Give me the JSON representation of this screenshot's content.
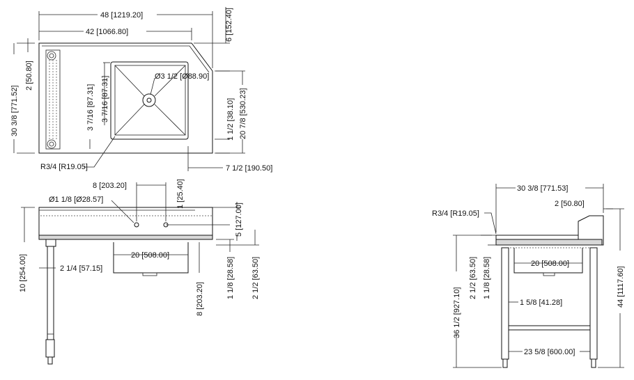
{
  "top_view": {
    "overall_width": "48 [1219.20]",
    "splash_width": "42 [1066.80]",
    "corner_offset": "6 [152.40]",
    "overall_depth": "30 3/8 [771.52]",
    "backsplash": "2 [50.80]",
    "drain_diameter": "Ø3 1/2 [Ø88.90]",
    "bowl_offset_a": "3 7/16 [87.31]",
    "bowl_offset_b": "3 7/16 [87.31]",
    "front_rim": "1 1/2 [38.10]",
    "bowl_depth": "20 7/8 [530.23]",
    "corner_radius": "R3/4 [R19.05]",
    "end_offset": "7 1/2 [190.50]"
  },
  "front_view": {
    "faucet_spacing": "8 [203.20]",
    "faucet_hole": "Ø1 1/8 [Ø28.57]",
    "hole_height": "1 [25.40]",
    "splash_height": "5 [127.00]",
    "bowl_width": "20 [508.00]",
    "leg_inset": "2 1/4 [57.15]",
    "rim_to_bowl": "10 [254.00]",
    "bowl_depth": "8 [203.20]",
    "rim_thickness": "1 1/8 [28.58]",
    "apron": "2 1/2 [63.50]"
  },
  "side_view": {
    "overall_depth": "30 3/8 [771.53]",
    "backsplash": "2 [50.80]",
    "corner_radius": "R3/4 [R19.05]",
    "apron": "2 1/2 [63.50]",
    "bowl_width": "20 [508.00]",
    "rim_thickness": "1 1/8 [28.58]",
    "leg_dia": "1 5/8 [41.28]",
    "work_height": "36 1/2 [927.10]",
    "overall_height": "44 [1117.60]",
    "leg_spacing": "23 5/8 [600.00]"
  }
}
